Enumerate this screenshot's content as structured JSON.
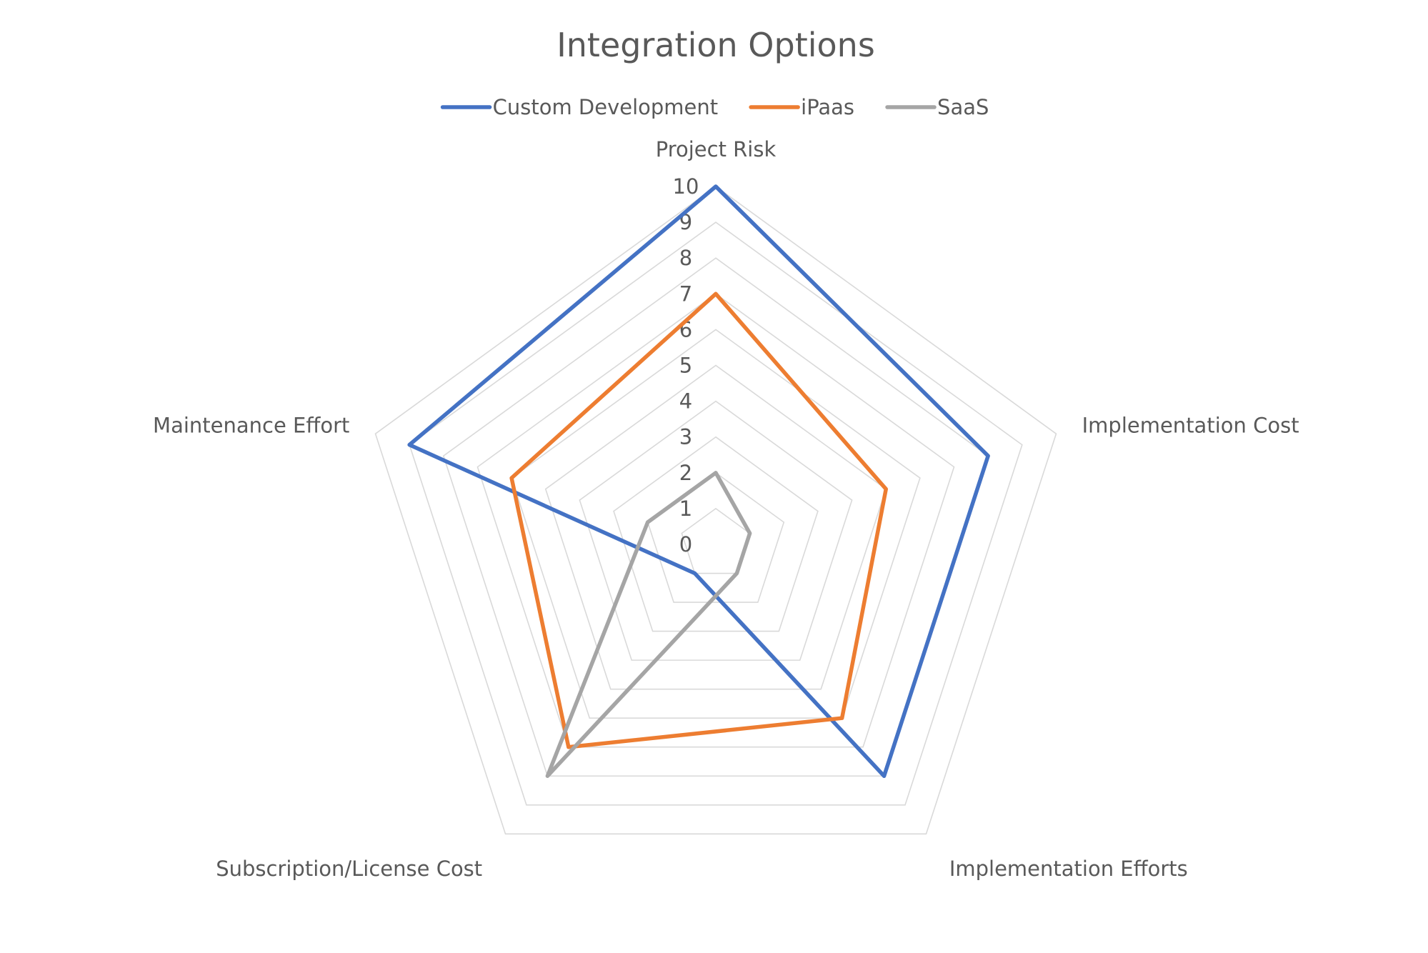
{
  "chart_data": {
    "type": "radar",
    "title": "Integration Options",
    "categories": [
      "Project Risk",
      "Implementation Cost",
      "Implementation Efforts",
      "Subscription/License Cost",
      "Maintenance Effort"
    ],
    "rlim": [
      0,
      10
    ],
    "ticks": [
      "0",
      "1",
      "2",
      "3",
      "4",
      "5",
      "6",
      "7",
      "8",
      "9",
      "10"
    ],
    "grid": true,
    "legend_position": "top",
    "series": [
      {
        "name": "Custom Development",
        "color": "#4472c4",
        "values": [
          10,
          8,
          8,
          1,
          9
        ]
      },
      {
        "name": "iPaas",
        "color": "#ed7d31",
        "values": [
          7,
          5,
          6,
          7,
          6
        ]
      },
      {
        "name": "SaaS",
        "color": "#a5a5a5",
        "values": [
          2,
          1,
          1,
          8,
          2
        ]
      }
    ]
  }
}
